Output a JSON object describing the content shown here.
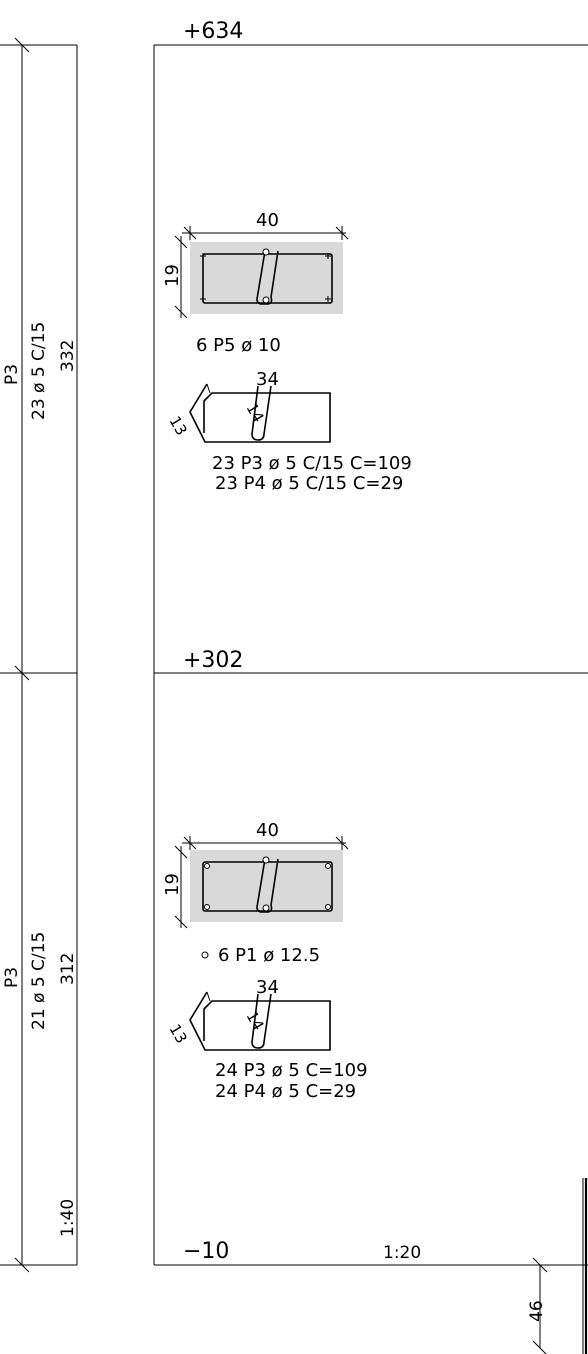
{
  "elevation_view": {
    "segment_upper": {
      "bar_mark": "P3",
      "bar_spec": "23 ø 5 C/15",
      "length": "332"
    },
    "segment_lower": {
      "bar_mark": "P3",
      "bar_spec": "21 ø 5 C/15",
      "length": "312"
    },
    "scale": "1:40"
  },
  "section_view": {
    "level_top": "+634",
    "level_mid": "+302",
    "level_bottom": "−10",
    "scale": "1:20",
    "footing_dim": "46",
    "upper_section": {
      "width_dim": "40",
      "height_dim": "19",
      "main_bars": "6  P5  ø  10",
      "stirrup_width": "34",
      "stirrup_hook": "13",
      "tie_length": "14",
      "stirrup_line1": "23  P3  ø  5  C/15  C=109",
      "stirrup_line2": "23  P4  ø  5  C/15  C=29"
    },
    "lower_section": {
      "width_dim": "40",
      "height_dim": "19",
      "main_bars": "6  P1  ø  12.5",
      "stirrup_width": "34",
      "stirrup_hook": "13",
      "tie_length": "14",
      "stirrup_line1": "24  P3  ø  5  C=109",
      "stirrup_line2": "24  P4  ø  5  C=29"
    }
  },
  "colors": {
    "line": "#000000",
    "concrete_fill": "#d9d9d9",
    "background": "#ffffff"
  }
}
